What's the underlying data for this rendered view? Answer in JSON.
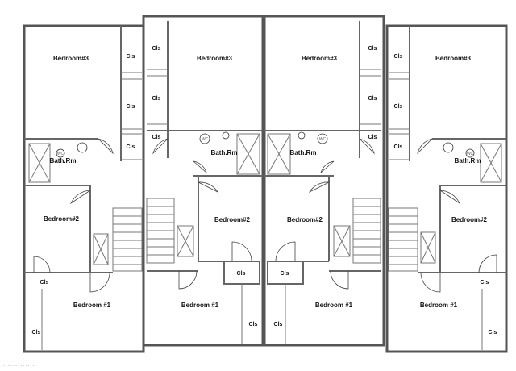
{
  "labels": {
    "bedroom3": "Bedroom#3",
    "bedroom2": "Bedroom#2",
    "bedroom1": "Bedroom #1",
    "bath": "Bath.Rm",
    "closet": "Cls",
    "wc": "WC",
    "footnote": "· · · · · · ·   · ·   · · · ·"
  }
}
